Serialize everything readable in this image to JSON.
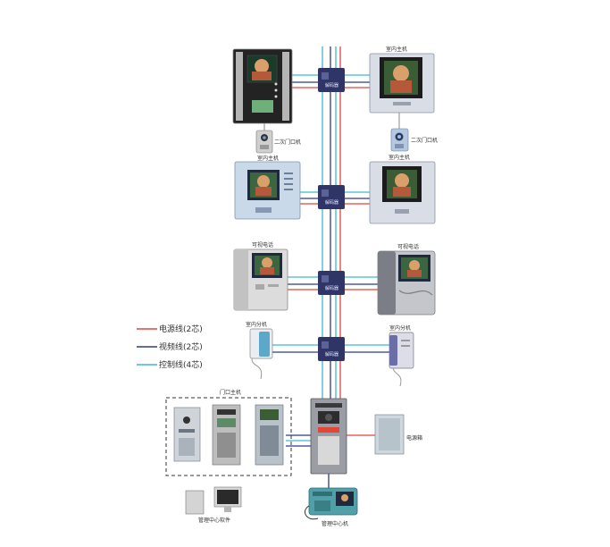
{
  "legend": {
    "items": [
      {
        "label": "电源线(2芯)",
        "color": "#e0463a"
      },
      {
        "label": "视频线(2芯)",
        "color": "#2e3a8c"
      },
      {
        "label": "控制线(4芯)",
        "color": "#3fb6d6"
      }
    ]
  },
  "labels": {
    "outdoor_cam_left": "二次门口机",
    "indoor_right_row1": "室内主机",
    "indoor_left_row2": "室内主机",
    "indoor_right_row2": "室内主机",
    "phone_left_row3": "可视电话",
    "phone_right_row3": "可视电话",
    "audio_left_row4": "室内分机",
    "audio_right_row4": "室内分机",
    "door_group": "门口主机",
    "power_supply": "电源箱",
    "pc_center": "管理中心软件",
    "mgmt_machine": "管理中心机"
  },
  "hub_label": "解码器",
  "colors": {
    "power": "#e0463a",
    "video": "#2e3a8c",
    "control": "#3fb6d6",
    "hub": "#2f3567"
  }
}
